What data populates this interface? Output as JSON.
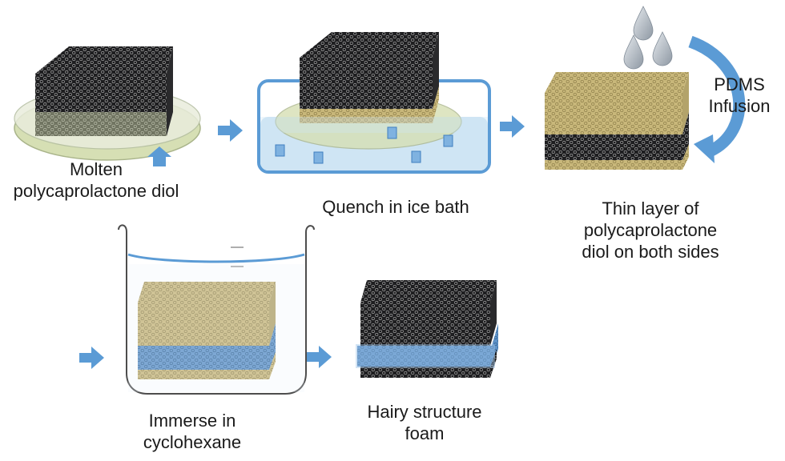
{
  "labels": {
    "step1": [
      "Molten",
      "polycaprolactone diol"
    ],
    "step2": [
      "Quench in ice bath"
    ],
    "step3": [
      "Thin layer of",
      "polycaprolactone",
      "diol on both sides"
    ],
    "infusion": [
      "PDMS",
      "Infusion"
    ],
    "step4": [
      "Immerse in",
      "cyclohexane"
    ],
    "step5": [
      "Hairy structure",
      "foam"
    ]
  },
  "colors": {
    "foam_black": "#1e1e20",
    "foam_mesh": "#9a9a9a",
    "pcl_tan": "#c8b77a",
    "pdms_blue": "#5f93c8",
    "ice_water": "#cfe5f4",
    "arrow_blue": "#5b9bd5",
    "dish_green": "#d6dfb4",
    "drop_gray": "#9aa3ad"
  },
  "icons": [
    "process-arrow-icon",
    "water-drop-icon",
    "curved-arrow-icon",
    "up-arrow-icon",
    "ice-cube-icon",
    "beaker-icon"
  ]
}
